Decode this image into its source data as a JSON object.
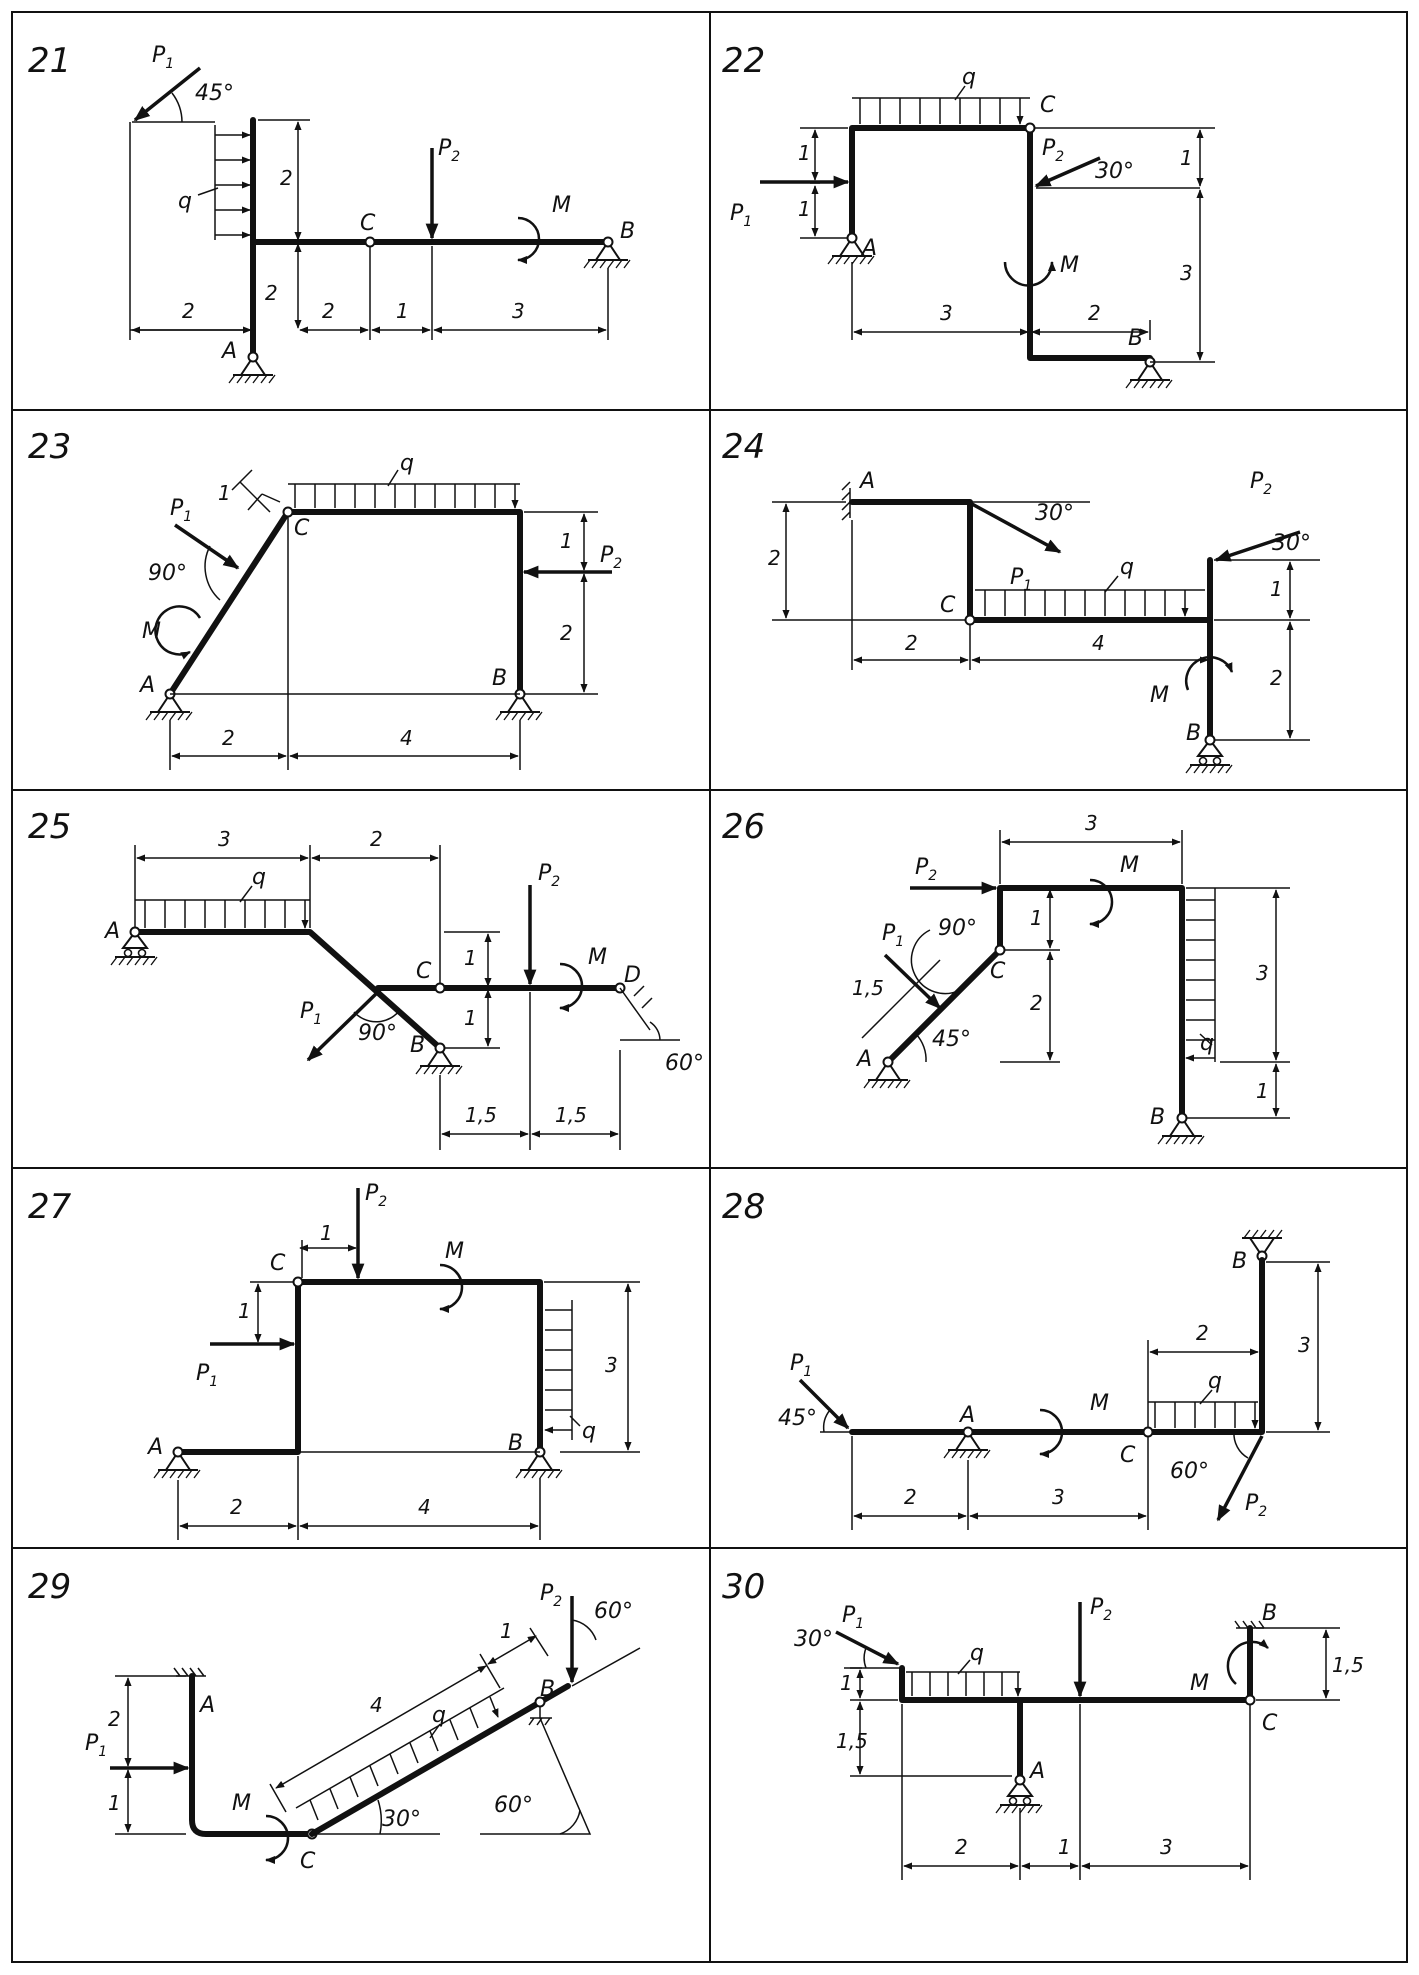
{
  "panels": [
    {
      "number": "21",
      "labels": {
        "P1": "P",
        "P1_sub": "1",
        "P2": "P",
        "P2_sub": "2",
        "q": "q",
        "M": "M",
        "A": "A",
        "B": "B",
        "C": "C"
      },
      "angles": [
        "45°"
      ],
      "dims": [
        "2",
        "2",
        "2",
        "2",
        "1",
        "3"
      ]
    },
    {
      "number": "22",
      "labels": {
        "P1": "P",
        "P1_sub": "1",
        "P2": "P",
        "P2_sub": "2",
        "q": "q",
        "M": "M",
        "A": "A",
        "B": "B",
        "C": "C"
      },
      "angles": [
        "30°"
      ],
      "dims": [
        "1",
        "1",
        "1",
        "3",
        "3",
        "2"
      ]
    },
    {
      "number": "23",
      "labels": {
        "P1": "P",
        "P1_sub": "1",
        "P2": "P",
        "P2_sub": "2",
        "q": "q",
        "M": "M",
        "A": "A",
        "B": "B",
        "C": "C"
      },
      "angles": [
        "90°"
      ],
      "dims": [
        "1",
        "1",
        "2",
        "2",
        "4"
      ]
    },
    {
      "number": "24",
      "labels": {
        "P1": "P",
        "P1_sub": "1",
        "P2": "P",
        "P2_sub": "2",
        "q": "q",
        "M": "M",
        "A": "A",
        "B": "B",
        "C": "C"
      },
      "angles": [
        "30°",
        "30°"
      ],
      "dims": [
        "2",
        "2",
        "4",
        "1",
        "2"
      ]
    },
    {
      "number": "25",
      "labels": {
        "P1": "P",
        "P1_sub": "1",
        "P2": "P",
        "P2_sub": "2",
        "q": "q",
        "M": "M",
        "A": "A",
        "B": "B",
        "C": "C",
        "D": "D"
      },
      "angles": [
        "90°",
        "60°"
      ],
      "dims": [
        "3",
        "2",
        "1",
        "1",
        "1,5",
        "1,5"
      ]
    },
    {
      "number": "26",
      "labels": {
        "P1": "P",
        "P1_sub": "1",
        "P2": "P",
        "P2_sub": "2",
        "q": "q",
        "M": "M",
        "A": "A",
        "B": "B",
        "C": "C"
      },
      "angles": [
        "90°",
        "45°"
      ],
      "dims": [
        "3",
        "1,5",
        "1",
        "2",
        "3",
        "1"
      ]
    },
    {
      "number": "27",
      "labels": {
        "P1": "P",
        "P1_sub": "1",
        "P2": "P",
        "P2_sub": "2",
        "q": "q",
        "M": "M",
        "A": "A",
        "B": "B",
        "C": "C"
      },
      "angles": [],
      "dims": [
        "1",
        "1",
        "3",
        "2",
        "4"
      ]
    },
    {
      "number": "28",
      "labels": {
        "P1": "P",
        "P1_sub": "1",
        "P2": "P",
        "P2_sub": "2",
        "q": "q",
        "M": "M",
        "A": "A",
        "B": "B",
        "C": "C"
      },
      "angles": [
        "45°",
        "60°"
      ],
      "dims": [
        "2",
        "3",
        "2",
        "3"
      ]
    },
    {
      "number": "29",
      "labels": {
        "P1": "P",
        "P1_sub": "1",
        "P2": "P",
        "P2_sub": "2",
        "q": "q",
        "M": "M",
        "A": "A",
        "B": "B",
        "C": "C"
      },
      "angles": [
        "60°",
        "30°",
        "60°"
      ],
      "dims": [
        "2",
        "1",
        "4",
        "1"
      ]
    },
    {
      "number": "30",
      "labels": {
        "P1": "P",
        "P1_sub": "1",
        "P2": "P",
        "P2_sub": "2",
        "q": "q",
        "M": "M",
        "A": "A",
        "B": "B",
        "C": "C"
      },
      "angles": [
        "30°"
      ],
      "dims": [
        "1",
        "1,5",
        "1,5",
        "2",
        "1",
        "3"
      ]
    }
  ]
}
